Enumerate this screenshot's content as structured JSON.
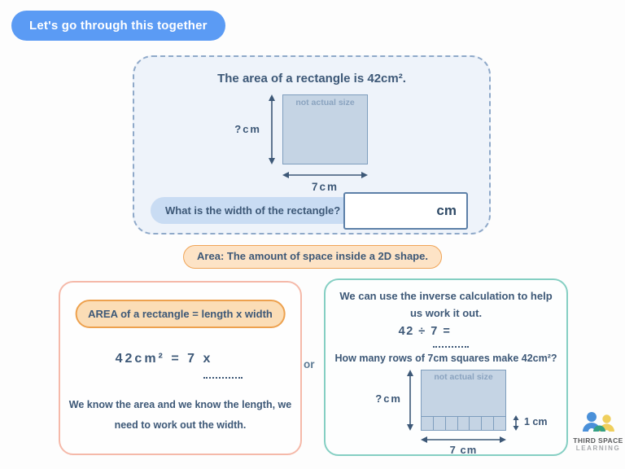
{
  "header": {
    "pill_label": "Let's go through this together"
  },
  "main_card": {
    "title": "The area of a rectangle is 42cm².",
    "diagram": {
      "watermark": "not actual size",
      "height_label": "?cm",
      "width_label": "7cm"
    },
    "question": "What is the width of the rectangle?",
    "answer_value": "",
    "answer_unit": "cm"
  },
  "definition_pill": "Area: The amount of space inside a 2D shape.",
  "left_box": {
    "formula_pill": "AREA of a rectangle = length x width",
    "equation": "42cm² = 7 x",
    "explanation_line1": "We know the area and we know the length, we",
    "explanation_line2": "need to work out the width."
  },
  "or_label": "or",
  "right_box": {
    "line1_pre": "We can use the ",
    "line1_bold": "inverse",
    "line1_post": " calculation to help",
    "line2": "us work it out.",
    "equation": "42 ÷ 7 =",
    "question": "How many rows of 7cm squares make 42cm²?",
    "diagram": {
      "watermark": "not actual size",
      "height_label": "?cm",
      "row_height_label": "1 cm",
      "width_label": "7 cm",
      "unit_squares": 7
    }
  },
  "logo": {
    "line1": "THIRD SPACE",
    "line2": "LEARNING"
  },
  "colors": {
    "accent_blue": "#5b9bf4",
    "navy_text": "#3d5877",
    "dashed_border": "#8fa9c9",
    "card_bg": "#eef3fa",
    "shape_fill": "#c5d4e4",
    "shape_border": "#7e9dbd",
    "question_pill_bg": "#c9dcf3",
    "input_border": "#5d80a8",
    "orange_border": "#f0a558",
    "orange_fill": "#fde3c6",
    "salmon_border": "#f5b9a9",
    "teal_border": "#85cfc3",
    "logo_blue": "#4a90d9",
    "logo_green": "#35a183",
    "logo_yellow": "#efcf5d"
  }
}
